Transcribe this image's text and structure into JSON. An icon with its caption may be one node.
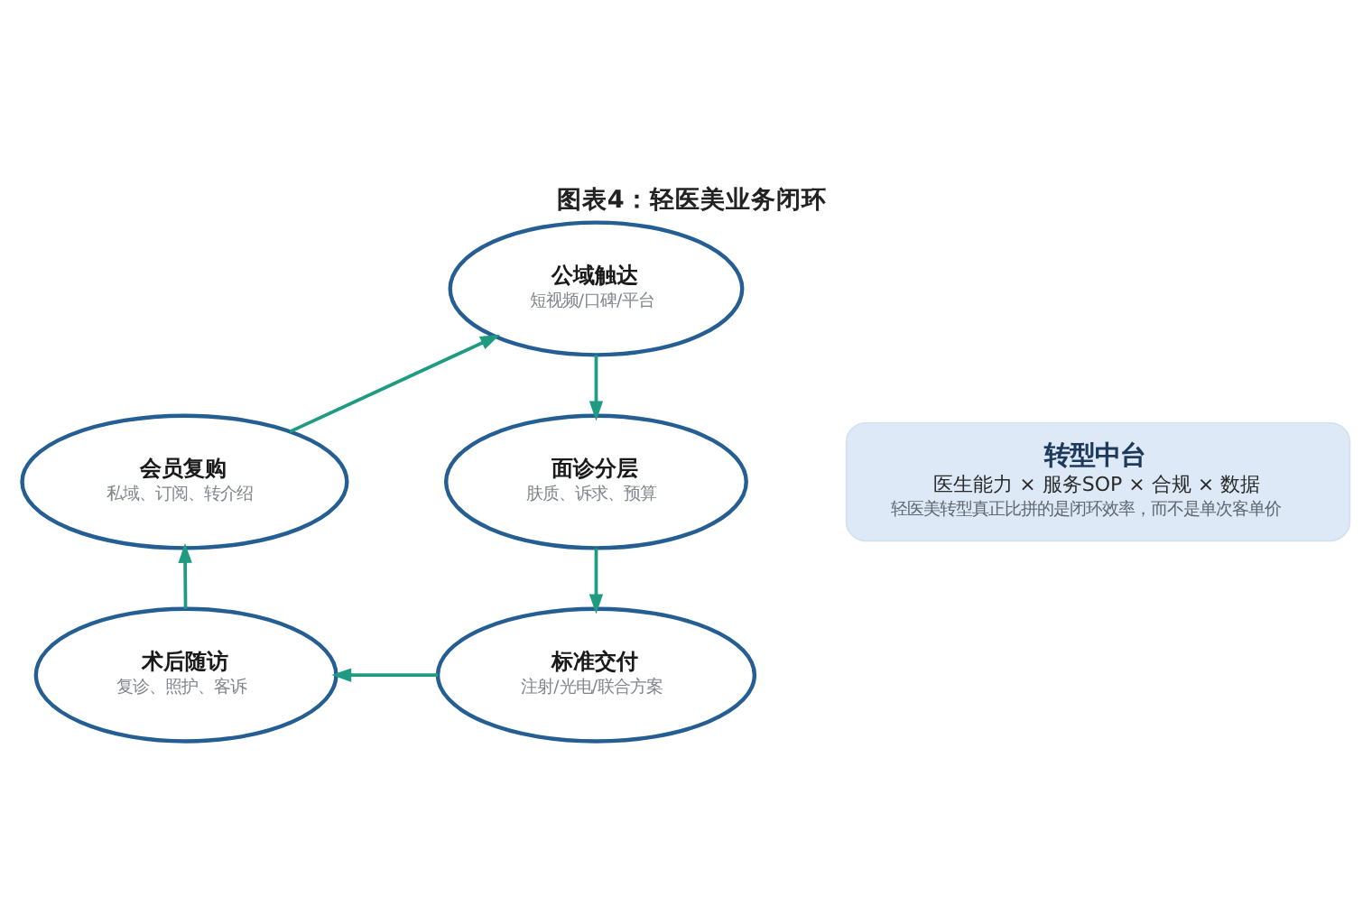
{
  "diagram": {
    "title": "图表4：轻医美业务闭环",
    "nodes": [
      {
        "text": [
          "公域触达",
          "短视频/口碑/平台"
        ]
      },
      {
        "text": [
          "会员复购",
          "私域、订阅、转介绍"
        ]
      },
      {
        "text": [
          "面诊分层",
          "肤质、诉求、预算"
        ]
      },
      {
        "text": [
          "转型中台",
          "医生能力 × 服务SOP × 合规 × 数据",
          "轻医美转型真正比拼的是闭环效率，而不是单次客单价"
        ]
      },
      {
        "text": [
          "术后随访",
          "复诊、照护、客诉"
        ]
      },
      {
        "text": [
          "标准交付",
          "注射/光电/联合方案"
        ]
      }
    ],
    "edges": [
      {
        "from": 1,
        "to": 0,
        "arrow": "to"
      },
      {
        "from": 0,
        "to": 2,
        "arrow": "to"
      },
      {
        "from": 2,
        "to": 5,
        "arrow": "to"
      },
      {
        "from": 5,
        "to": 4,
        "arrow": "to"
      },
      {
        "from": 4,
        "to": 1,
        "arrow": "to"
      }
    ]
  }
}
